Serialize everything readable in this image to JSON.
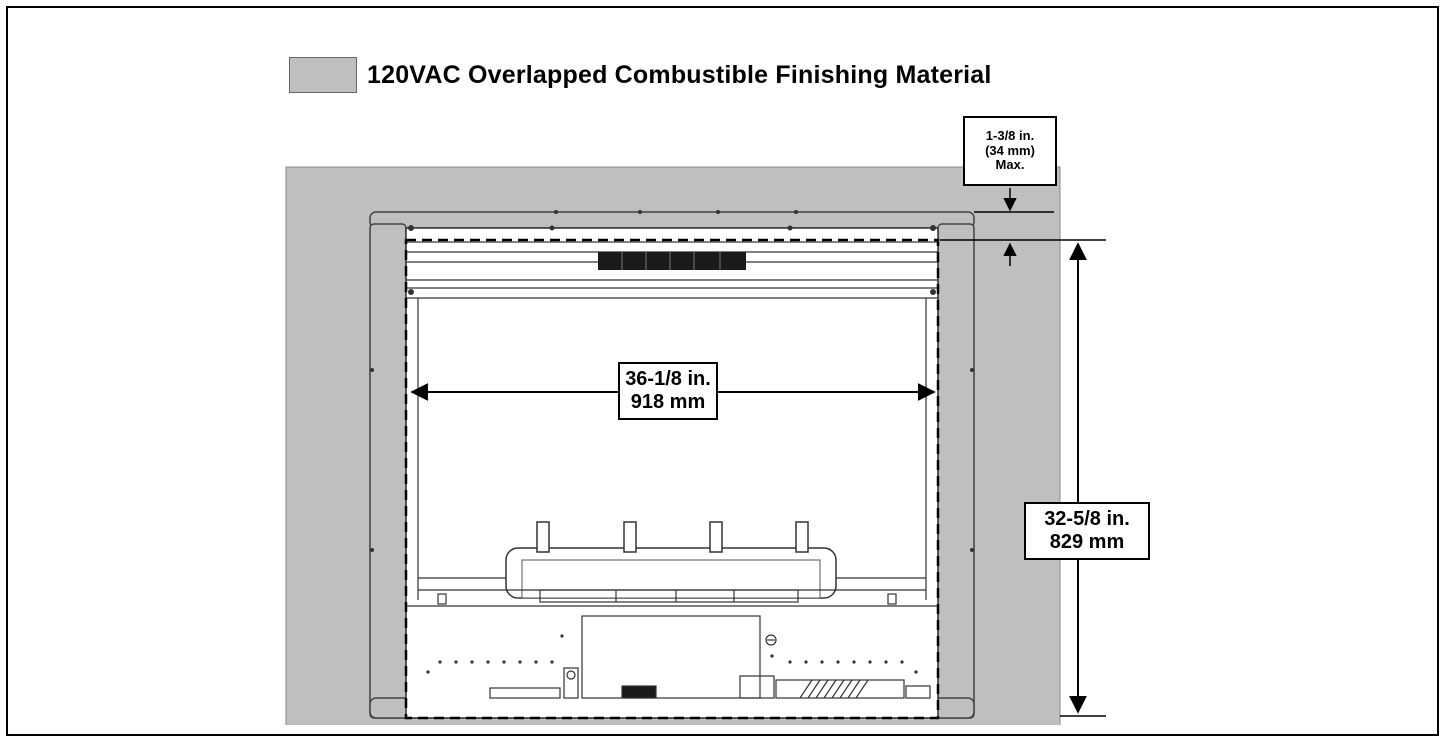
{
  "legend": {
    "label": "120VAC Overlapped Combustible Finishing Material",
    "swatch_color": "#bfbfbf"
  },
  "dimensions": {
    "width": {
      "imperial": "36-1/8 in.",
      "metric": "918 mm"
    },
    "height": {
      "imperial": "32-5/8 in.",
      "metric": "829 mm"
    },
    "overlap": {
      "imperial": "1-3/8 in.",
      "metric": "(34 mm)",
      "note": "Max."
    }
  },
  "colors": {
    "finishing_material": "#bfbfbf",
    "line": "#000000",
    "vent": "#1a1a1a"
  }
}
